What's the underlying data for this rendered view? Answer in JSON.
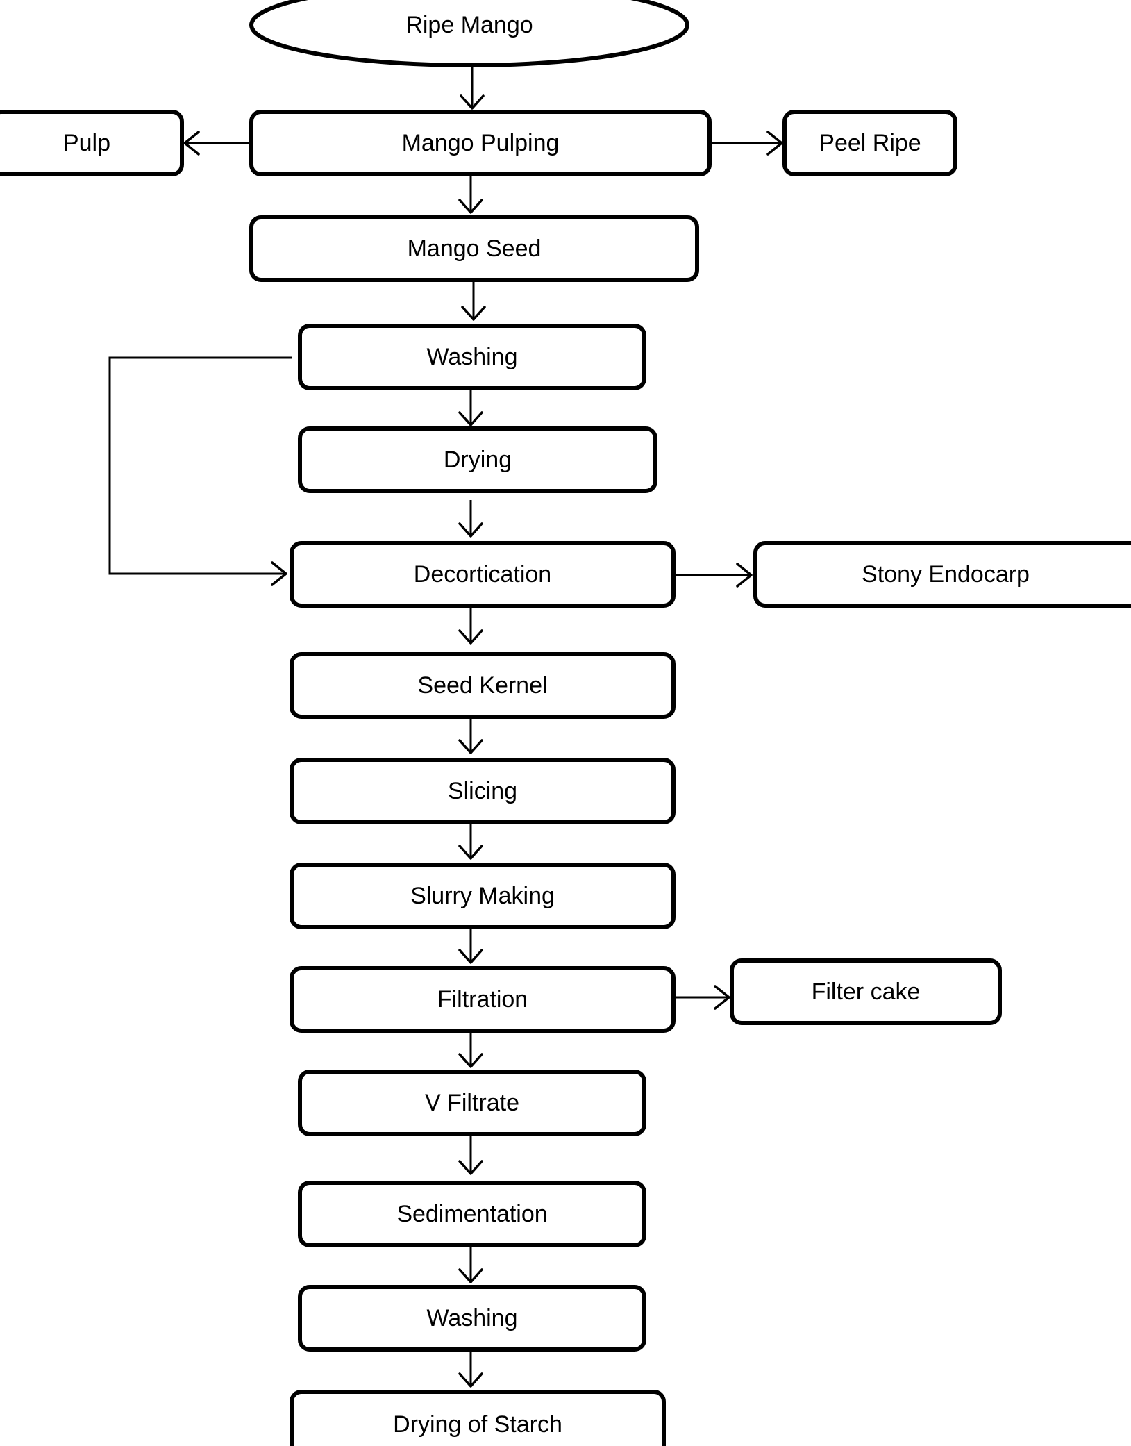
{
  "diagram": {
    "nodes": {
      "ripe_mango": "Ripe Mango",
      "pulp": "Pulp",
      "mango_pulping": "Mango Pulping",
      "peel_ripe": "Peel Ripe",
      "mango_seed": "Mango Seed",
      "washing_1": "Washing",
      "drying": "Drying",
      "decortication": "Decortication",
      "stony_endocarp": "Stony Endocarp",
      "seed_kernel": "Seed Kernel",
      "slicing": "Slicing",
      "slurry_making": "Slurry Making",
      "filtration": "Filtration",
      "filter_cake": "Filter cake",
      "v_filtrate": "V Filtrate",
      "sedimentation": "Sedimentation",
      "washing_2": "Washing",
      "drying_of_starch": "Drying of Starch"
    },
    "edges": [
      [
        "ripe_mango",
        "mango_pulping"
      ],
      [
        "mango_pulping",
        "pulp"
      ],
      [
        "mango_pulping",
        "peel_ripe"
      ],
      [
        "mango_pulping",
        "mango_seed"
      ],
      [
        "mango_seed",
        "washing_1"
      ],
      [
        "washing_1",
        "drying"
      ],
      [
        "washing_1",
        "decortication"
      ],
      [
        "drying",
        "decortication"
      ],
      [
        "decortication",
        "stony_endocarp"
      ],
      [
        "decortication",
        "seed_kernel"
      ],
      [
        "seed_kernel",
        "slicing"
      ],
      [
        "slicing",
        "slurry_making"
      ],
      [
        "slurry_making",
        "filtration"
      ],
      [
        "filtration",
        "filter_cake"
      ],
      [
        "filtration",
        "v_filtrate"
      ],
      [
        "v_filtrate",
        "sedimentation"
      ],
      [
        "sedimentation",
        "washing_2"
      ],
      [
        "washing_2",
        "drying_of_starch"
      ]
    ]
  }
}
